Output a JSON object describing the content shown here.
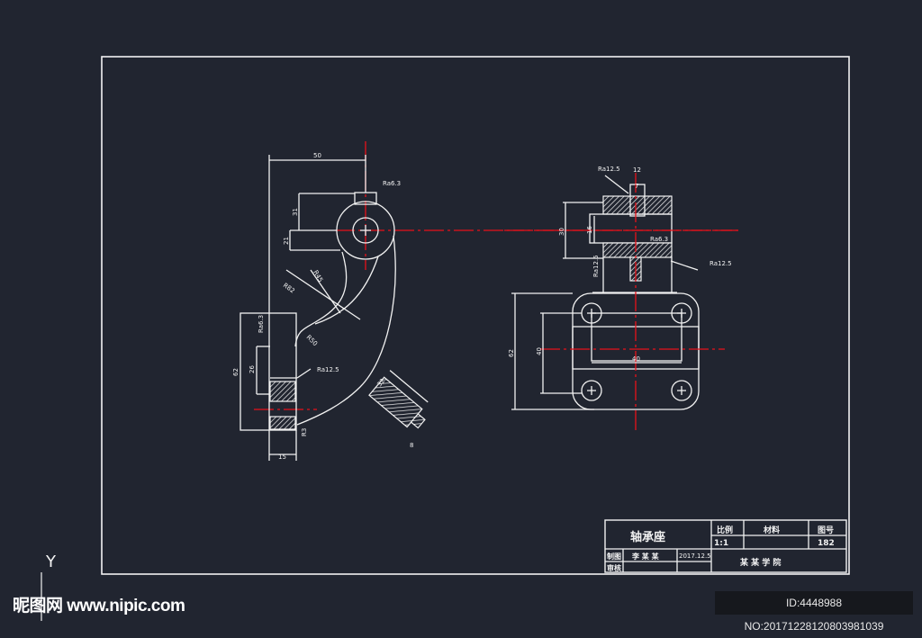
{
  "drawing": {
    "title": "轴承座",
    "scale_label": "比例",
    "scale_value": "1:1",
    "material_label": "材料",
    "material_value": "",
    "drawing_no_label": "图号",
    "drawing_no_value": "182",
    "drawn_label": "制图",
    "drawn_name": "李 某 某",
    "date": "2017.12.5",
    "checked_label": "审核",
    "school": "某 某 学 院"
  },
  "dimensions": {
    "left_view": [
      "50",
      "Ra6.3",
      "31",
      "21",
      "R82",
      "R45",
      "R50",
      "Ra6.3",
      "26",
      "Ra12.5",
      "62",
      "R3",
      "15",
      "32",
      "8"
    ],
    "right_view": [
      "Ra12.5",
      "12",
      "7",
      "30",
      "16",
      "Ra6.3",
      "Ra12.5",
      "Ra12.5",
      "62",
      "40",
      "40"
    ]
  },
  "ucs_axis_label": "Y",
  "watermark": {
    "site": "昵图网 www.nipic.com",
    "id_text": "ID:4448988 NO:20171228120803981039"
  },
  "colors": {
    "background": "#212530",
    "lines": "#f2f2f2",
    "centerline": "#e8121a"
  }
}
